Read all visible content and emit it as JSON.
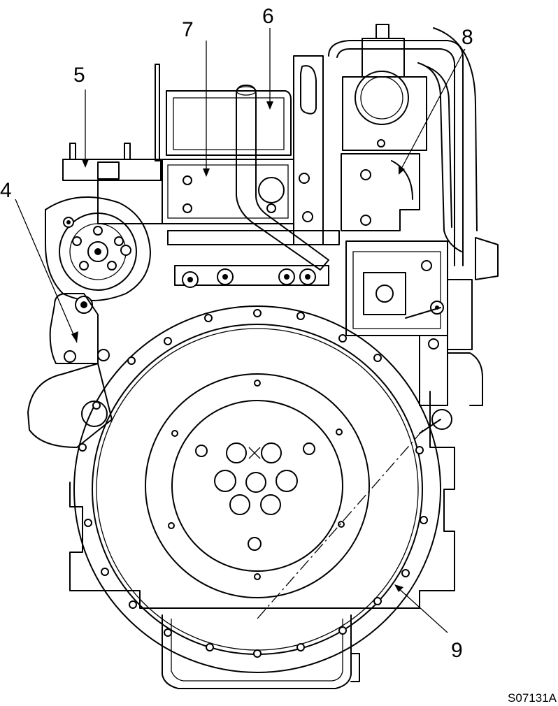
{
  "figure": {
    "id": "S07131A",
    "callouts": [
      {
        "key": "c4",
        "label": "4"
      },
      {
        "key": "c5",
        "label": "5"
      },
      {
        "key": "c6",
        "label": "6"
      },
      {
        "key": "c7",
        "label": "7"
      },
      {
        "key": "c8",
        "label": "8"
      },
      {
        "key": "c9",
        "label": "9"
      }
    ]
  }
}
